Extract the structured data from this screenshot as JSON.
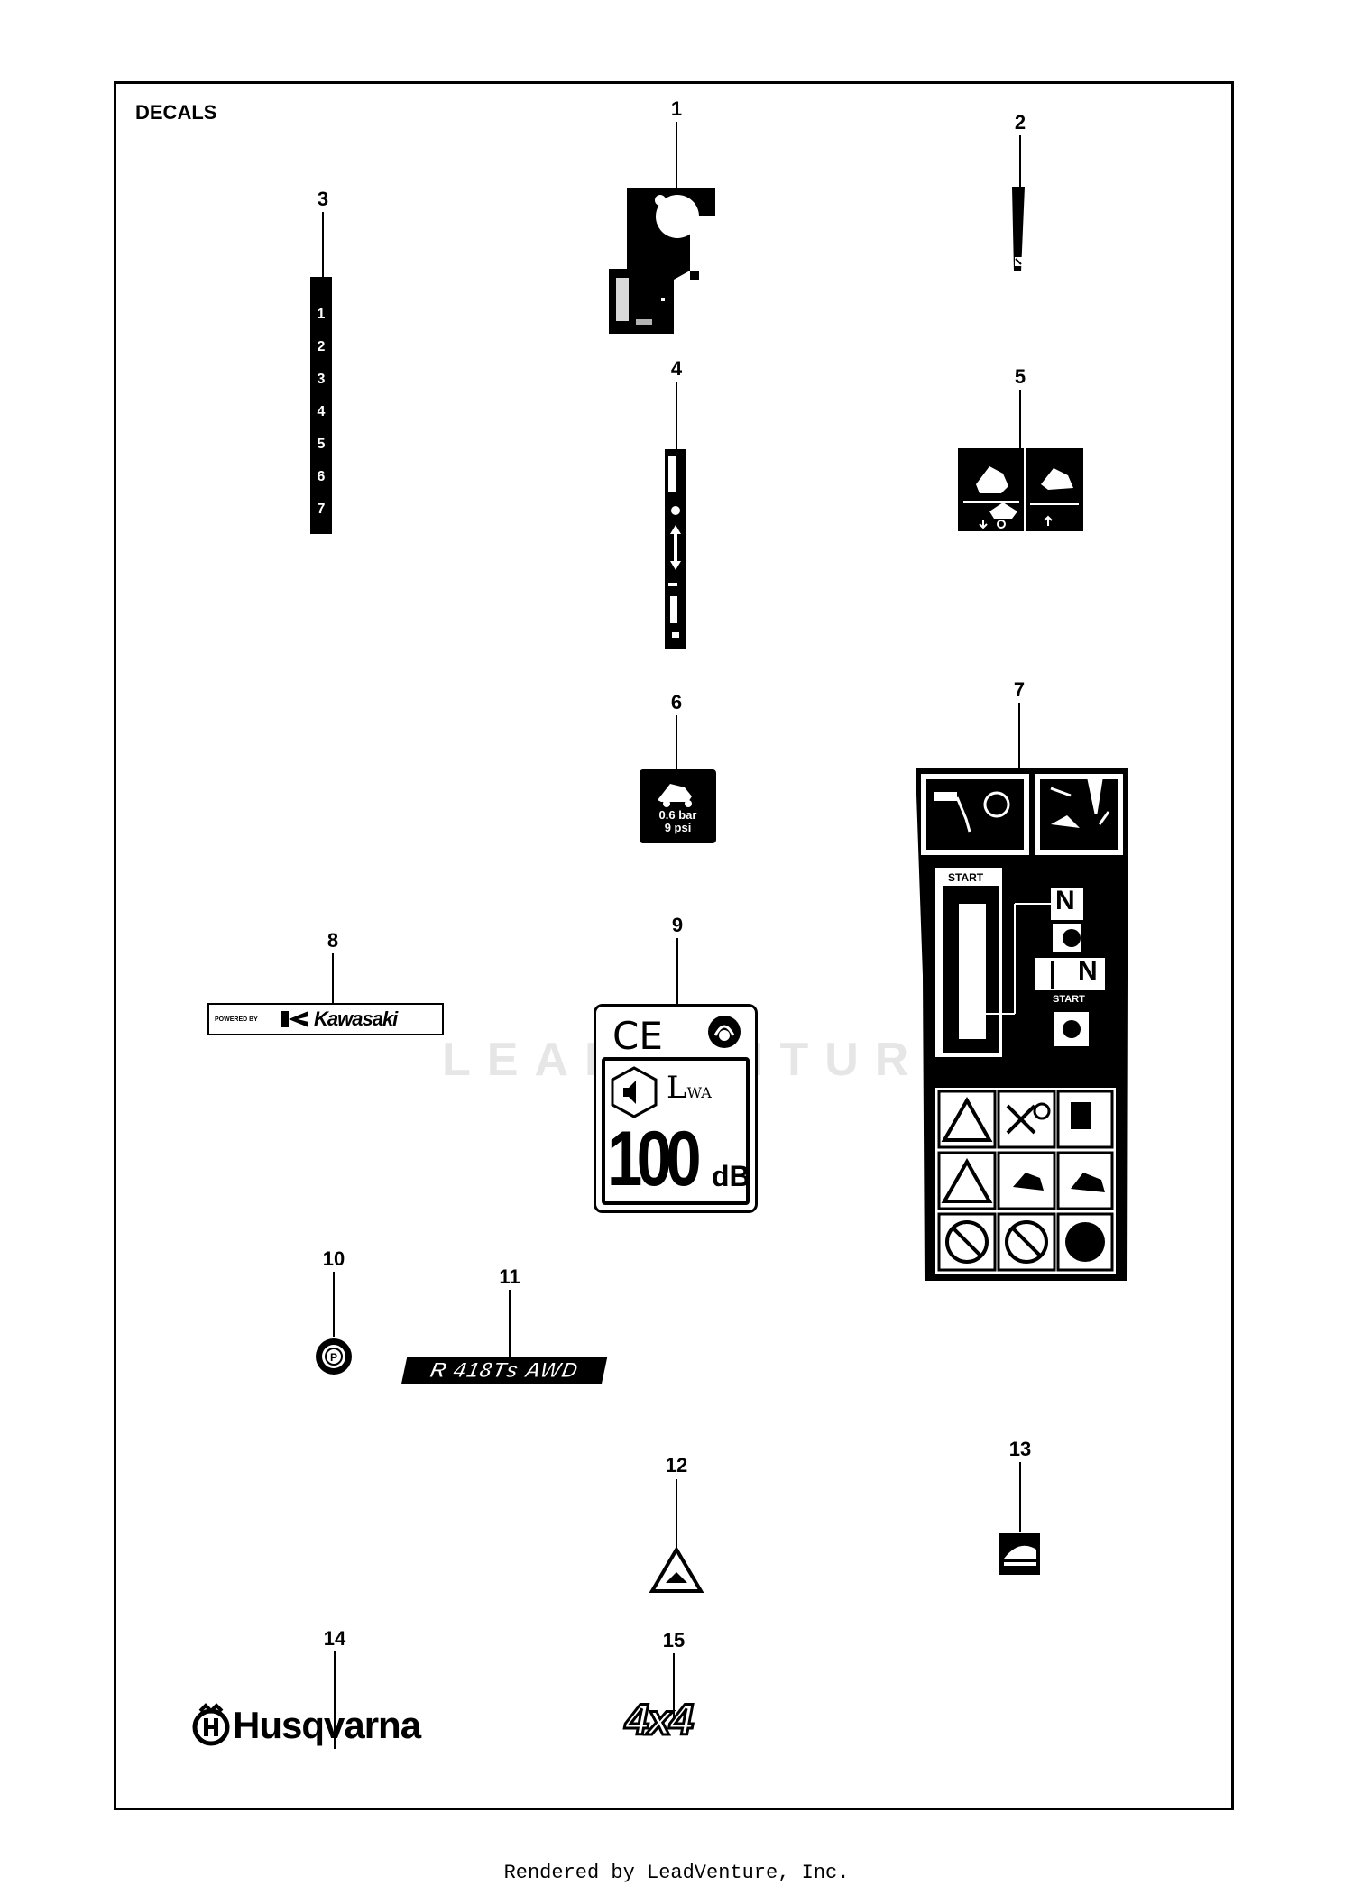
{
  "section_title": "DECALS",
  "callouts": [
    "1",
    "2",
    "3",
    "4",
    "5",
    "6",
    "7",
    "8",
    "9",
    "10",
    "11",
    "12",
    "13",
    "14",
    "15"
  ],
  "decal3_numbers": [
    "1",
    "2",
    "3",
    "4",
    "5",
    "6",
    "7"
  ],
  "decal6": {
    "line1": "0.6 bar",
    "line2": "9 psi"
  },
  "decal7": {
    "start1": "START",
    "neutral": "N",
    "start2": "START",
    "neutral2": "N"
  },
  "decal8": {
    "powered_by": "POWERED BY",
    "brand": "Kawasaki"
  },
  "decal9": {
    "ce": "CE",
    "lwa": "L",
    "lwa_sub": "WA",
    "level": "100",
    "unit": "dB"
  },
  "decal11": {
    "model": "R 418Ts AWD"
  },
  "decal14": {
    "brand": "Husqvarna"
  },
  "decal15": {
    "text": "4x4"
  },
  "watermark": "LEADVENTURE",
  "footer": "Rendered by LeadVenture, Inc."
}
